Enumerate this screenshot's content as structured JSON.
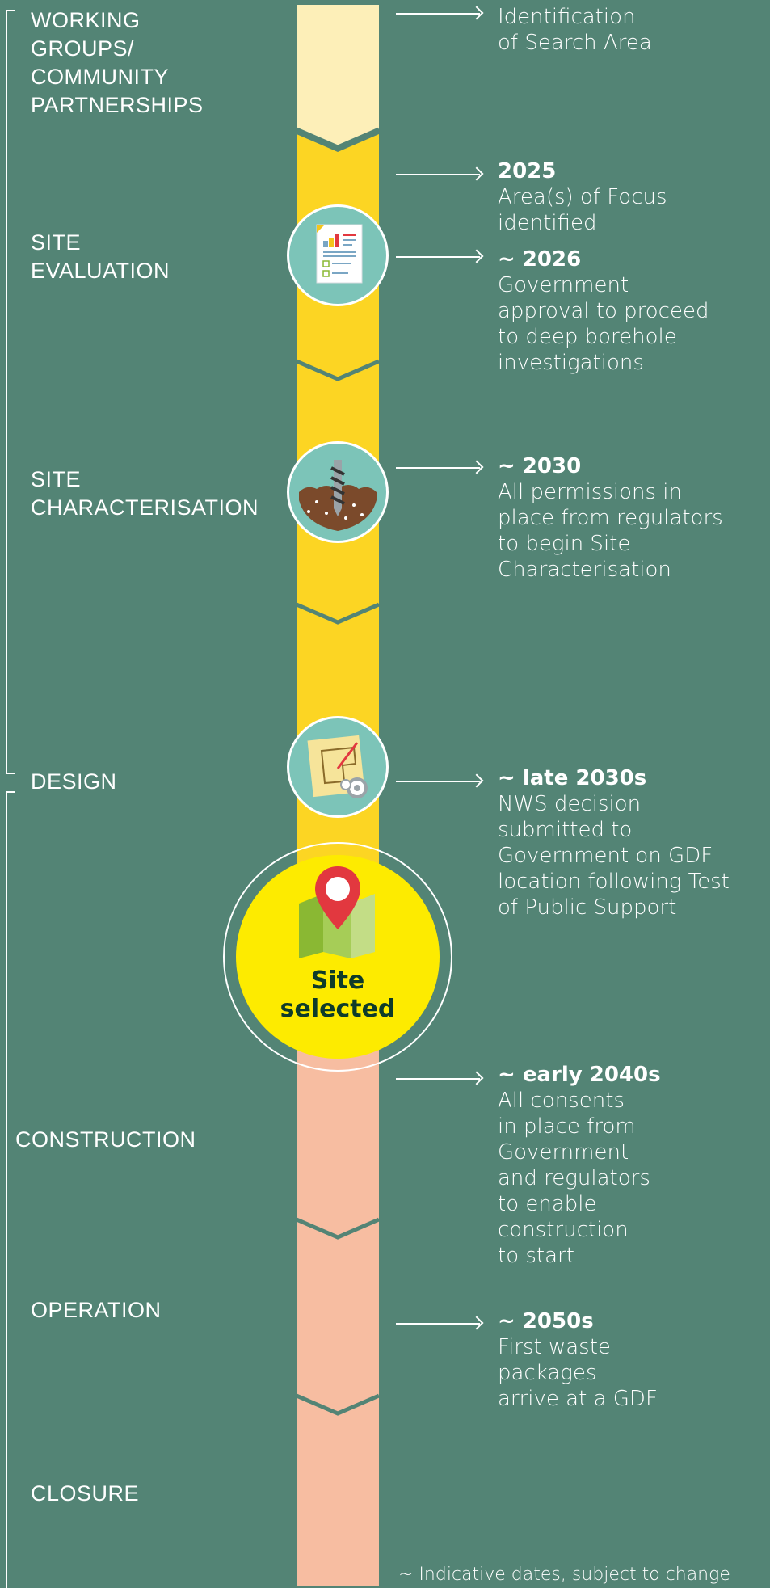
{
  "stages": [
    {
      "id": "working-groups",
      "label": "WORKING\nGROUPS/\nCOMMUNITY\nPARTNERSHIPS"
    },
    {
      "id": "site-evaluation",
      "label": "SITE\nEVALUATION"
    },
    {
      "id": "site-characterisation",
      "label": "SITE\nCHARACTERISATION"
    },
    {
      "id": "design",
      "label": "DESIGN"
    },
    {
      "id": "construction",
      "label": "CONSTRUCTION"
    },
    {
      "id": "operation",
      "label": "OPERATION"
    },
    {
      "id": "closure",
      "label": "CLOSURE"
    }
  ],
  "milestones": [
    {
      "date": "",
      "text": "Identification\nof Search Area"
    },
    {
      "date": "2025",
      "text": "Area(s) of Focus\nidentified"
    },
    {
      "date": "~ 2026",
      "text": "Government\napproval to proceed\nto deep borehole\ninvestigations"
    },
    {
      "date": "~ 2030",
      "text": "All permissions in\nplace from regulators\nto begin Site\nCharacterisation"
    },
    {
      "date": "~ late 2030s",
      "text": "NWS decision\nsubmitted to\nGovernment on GDF\nlocation following Test\nof Public Support"
    },
    {
      "date": "~ early 2040s",
      "text": "All consents\nin place from\nGovernment\nand regulators\nto enable\nconstruction\nto start"
    },
    {
      "date": "~ 2050s",
      "text": "First waste\npackages\narrive at a GDF"
    }
  ],
  "site_selected": {
    "line1": "Site",
    "line2": "selected"
  },
  "footnote": "~ Indicative dates, subject to change",
  "icons": [
    "report-icon",
    "drill-icon",
    "blueprint-icon",
    "map-pin-icon"
  ],
  "colors": {
    "background": "#538475",
    "band_pale": "#fdefb8",
    "band_yellow": "#fcd523",
    "band_peach": "#f7bda1",
    "site_circle": "#fdeb00",
    "icon_circle": "#7cc4b8"
  }
}
